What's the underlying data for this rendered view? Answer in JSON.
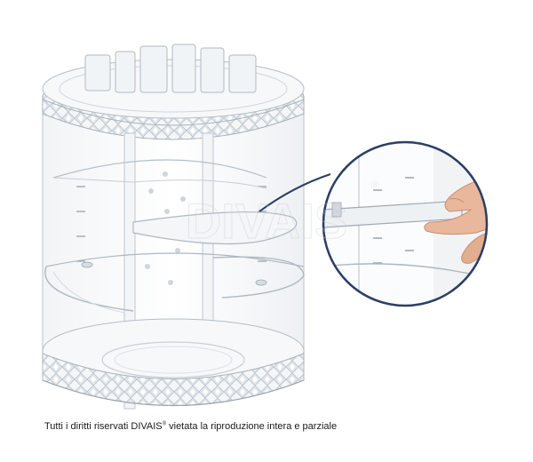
{
  "caption": {
    "prefix": "Tutti i diritti riservati DIVAIS",
    "mark": "®",
    "suffix": " vietata la riproduzione intera e parziale"
  },
  "watermark": {
    "text": "DIVAIS",
    "symbol": "®"
  },
  "colors": {
    "acrylic_edge": "#b8c2cc",
    "acrylic_light": "#e6ebf0",
    "magnifier_ring": "#2c3e63",
    "skin": "#e8b79c"
  },
  "icons": [
    "rotating-organizer-image",
    "magnifier-callout",
    "hand-image"
  ]
}
